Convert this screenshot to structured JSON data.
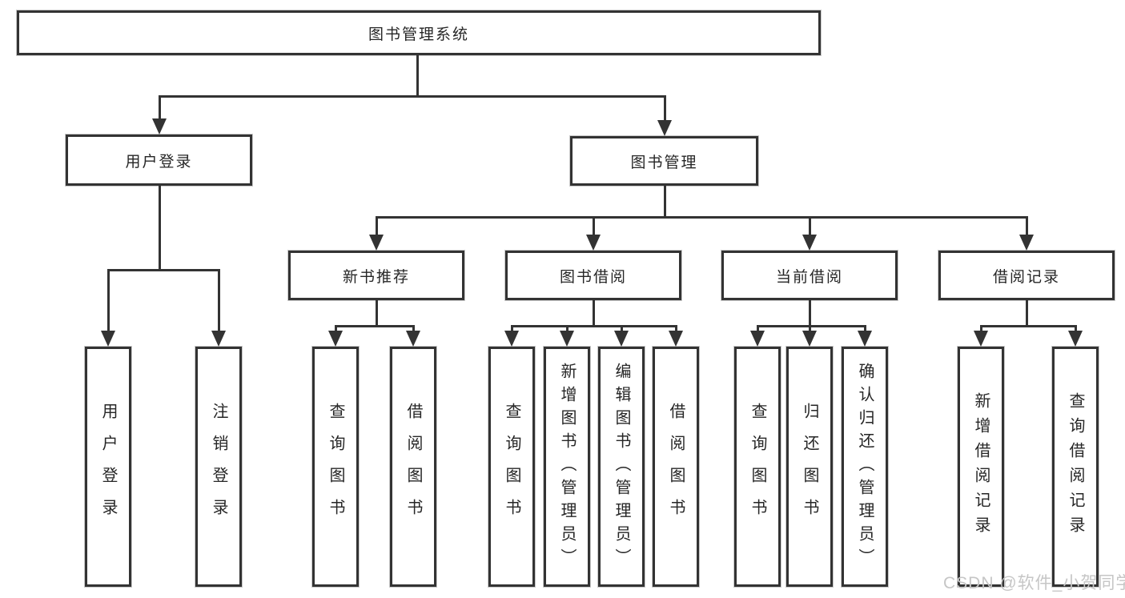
{
  "tree": {
    "root": {
      "label": "图书管理系统"
    },
    "children": [
      {
        "label": "用户登录",
        "leaves": [
          {
            "label": "用户登录"
          },
          {
            "label": "注销登录"
          }
        ]
      },
      {
        "label": "图书管理",
        "children": [
          {
            "label": "新书推荐",
            "leaves": [
              {
                "label": "查询图书"
              },
              {
                "label": "借阅图书"
              }
            ]
          },
          {
            "label": "图书借阅",
            "leaves": [
              {
                "label": "查询图书"
              },
              {
                "label": "新增图书（管理员）"
              },
              {
                "label": "编辑图书（管理员）"
              },
              {
                "label": "借阅图书"
              }
            ]
          },
          {
            "label": "当前借阅",
            "leaves": [
              {
                "label": "查询图书"
              },
              {
                "label": "归还图书"
              },
              {
                "label": "确认归还（管理员）"
              }
            ]
          },
          {
            "label": "借阅记录",
            "leaves": [
              {
                "label": "新增借阅记录"
              },
              {
                "label": "查询借阅记录"
              }
            ]
          }
        ]
      }
    ]
  },
  "watermark": {
    "text": "CSDN @软件_小贺同学"
  },
  "colors": {
    "line": "#333333",
    "text": "#262626",
    "watermark": "#c6c6c6",
    "background": "#ffffff"
  }
}
